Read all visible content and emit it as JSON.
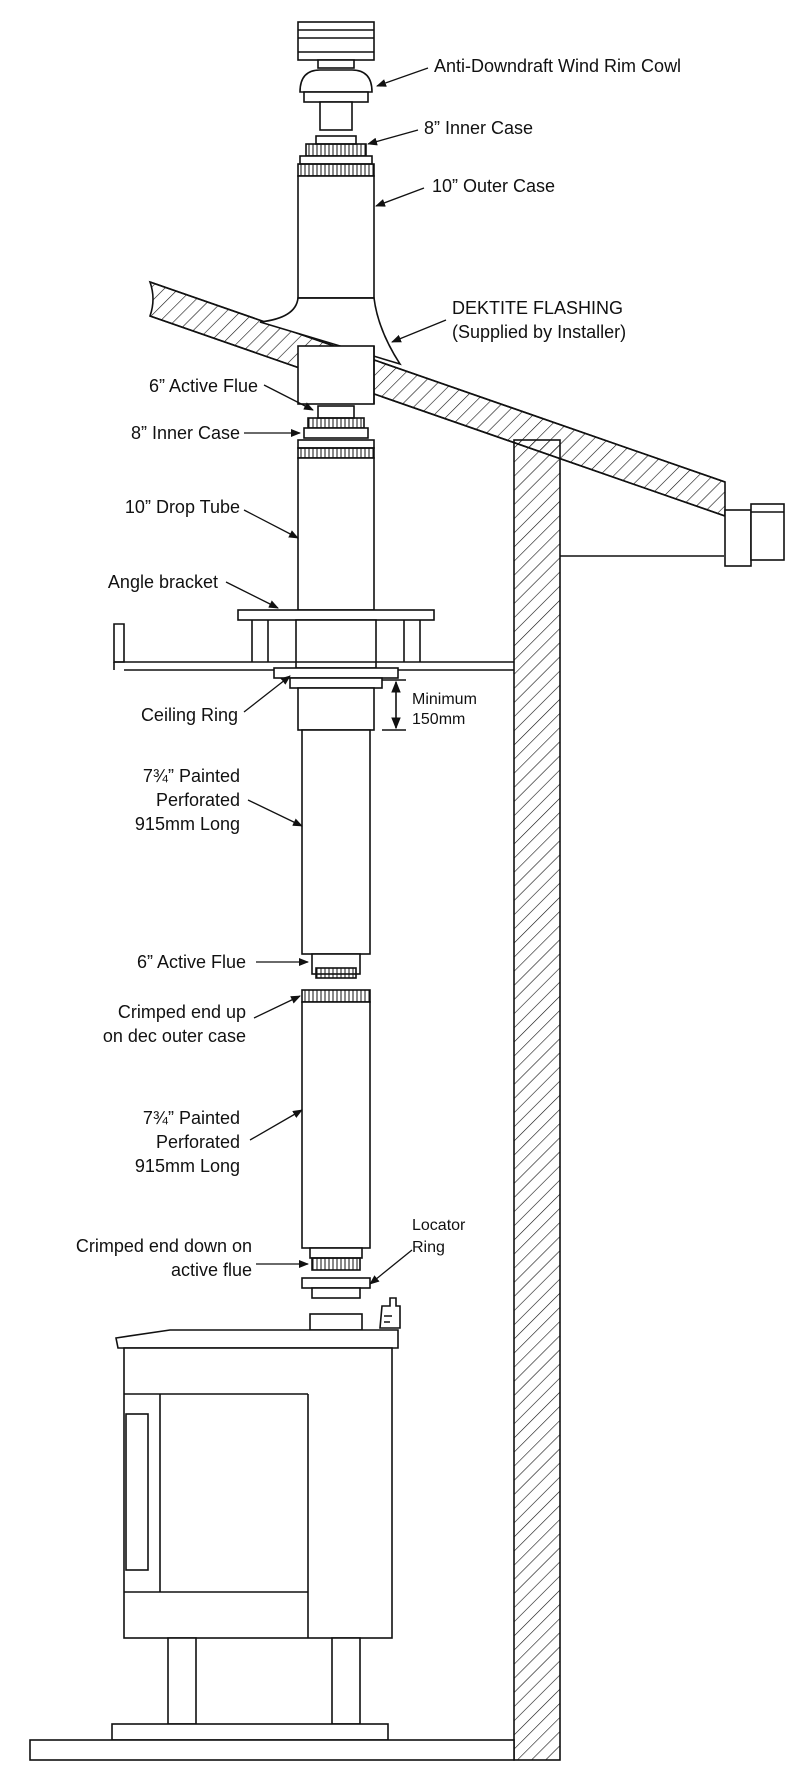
{
  "labels": {
    "cowl": "Anti-Downdraft Wind Rim Cowl",
    "inner_case_top": "8” Inner Case",
    "outer_case": "10” Outer Case",
    "flashing_1": "DEKTITE FLASHING",
    "flashing_2": "(Supplied by Installer)",
    "active_flue_top": "6” Active Flue",
    "inner_case_mid": "8” Inner Case",
    "drop_tube": "10” Drop Tube",
    "angle_bracket": "Angle bracket",
    "ceiling_ring": "Ceiling Ring",
    "minimum_1": "Minimum",
    "minimum_2": "150mm",
    "perforated_a_1": "7¾” Painted",
    "perforated_a_2": "Perforated",
    "perforated_a_3": "915mm Long",
    "active_flue_mid": "6” Active Flue",
    "crimped_up_1": "Crimped end up",
    "crimped_up_2": "on dec outer case",
    "perforated_b_1": "7¾” Painted",
    "perforated_b_2": "Perforated",
    "perforated_b_3": "915mm Long",
    "crimped_down_1": "Crimped end down on",
    "crimped_down_2": "active flue",
    "locator_1": "Locator",
    "locator_2": "Ring"
  }
}
